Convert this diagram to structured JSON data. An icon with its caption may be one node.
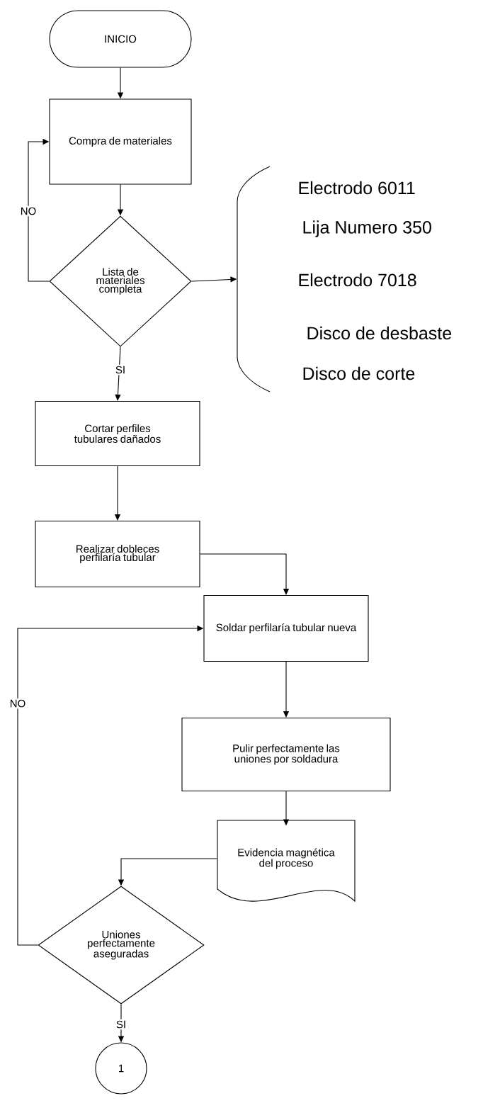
{
  "diagram": {
    "nodes": [
      {
        "text": [
          "INICIO"
        ]
      },
      {
        "text": [
          "Compra de materiales"
        ]
      },
      {
        "text": [
          "Lista de materiales completa"
        ]
      },
      {
        "text": [
          "Electrodo 6011",
          "Lija Numero 350",
          "Electrodo 7018",
          "Disco de desbaste",
          "Disco de corte"
        ]
      },
      {
        "text": [
          "Cortar perfiles tubulares dañados"
        ]
      },
      {
        "text": [
          "Realizar dobleces perfilaría tubular"
        ]
      },
      {
        "text": [
          "Soldar perfilaría tubular nueva"
        ]
      },
      {
        "text": [
          "Pulir perfectamente las uniones por soldadura"
        ]
      },
      {
        "text": [
          "Evidencia magnética del proceso"
        ]
      },
      {
        "text": [
          "Uniones perfectamente aseguradas"
        ]
      },
      {
        "text": [
          "1"
        ]
      }
    ],
    "edges": [
      {
        "from": 0,
        "to": 1,
        "arrow": "to"
      },
      {
        "from": 1,
        "to": 2,
        "arrow": "to"
      },
      {
        "from": 2,
        "to": 1,
        "arrow": "to",
        "label": "NO"
      },
      {
        "from": 2,
        "to": 3,
        "arrow": "to"
      },
      {
        "from": 2,
        "to": 4,
        "arrow": "to",
        "label": "SI"
      },
      {
        "from": 4,
        "to": 5,
        "arrow": "to"
      },
      {
        "from": 5,
        "to": 6,
        "arrow": "to"
      },
      {
        "from": 6,
        "to": 7,
        "arrow": "to"
      },
      {
        "from": 7,
        "to": 8,
        "arrow": "to"
      },
      {
        "from": 8,
        "to": 9,
        "arrow": "to"
      },
      {
        "from": 9,
        "to": 6,
        "arrow": "to",
        "label": "NO"
      },
      {
        "from": 9,
        "to": 10,
        "arrow": "to",
        "label": "SI"
      }
    ]
  }
}
